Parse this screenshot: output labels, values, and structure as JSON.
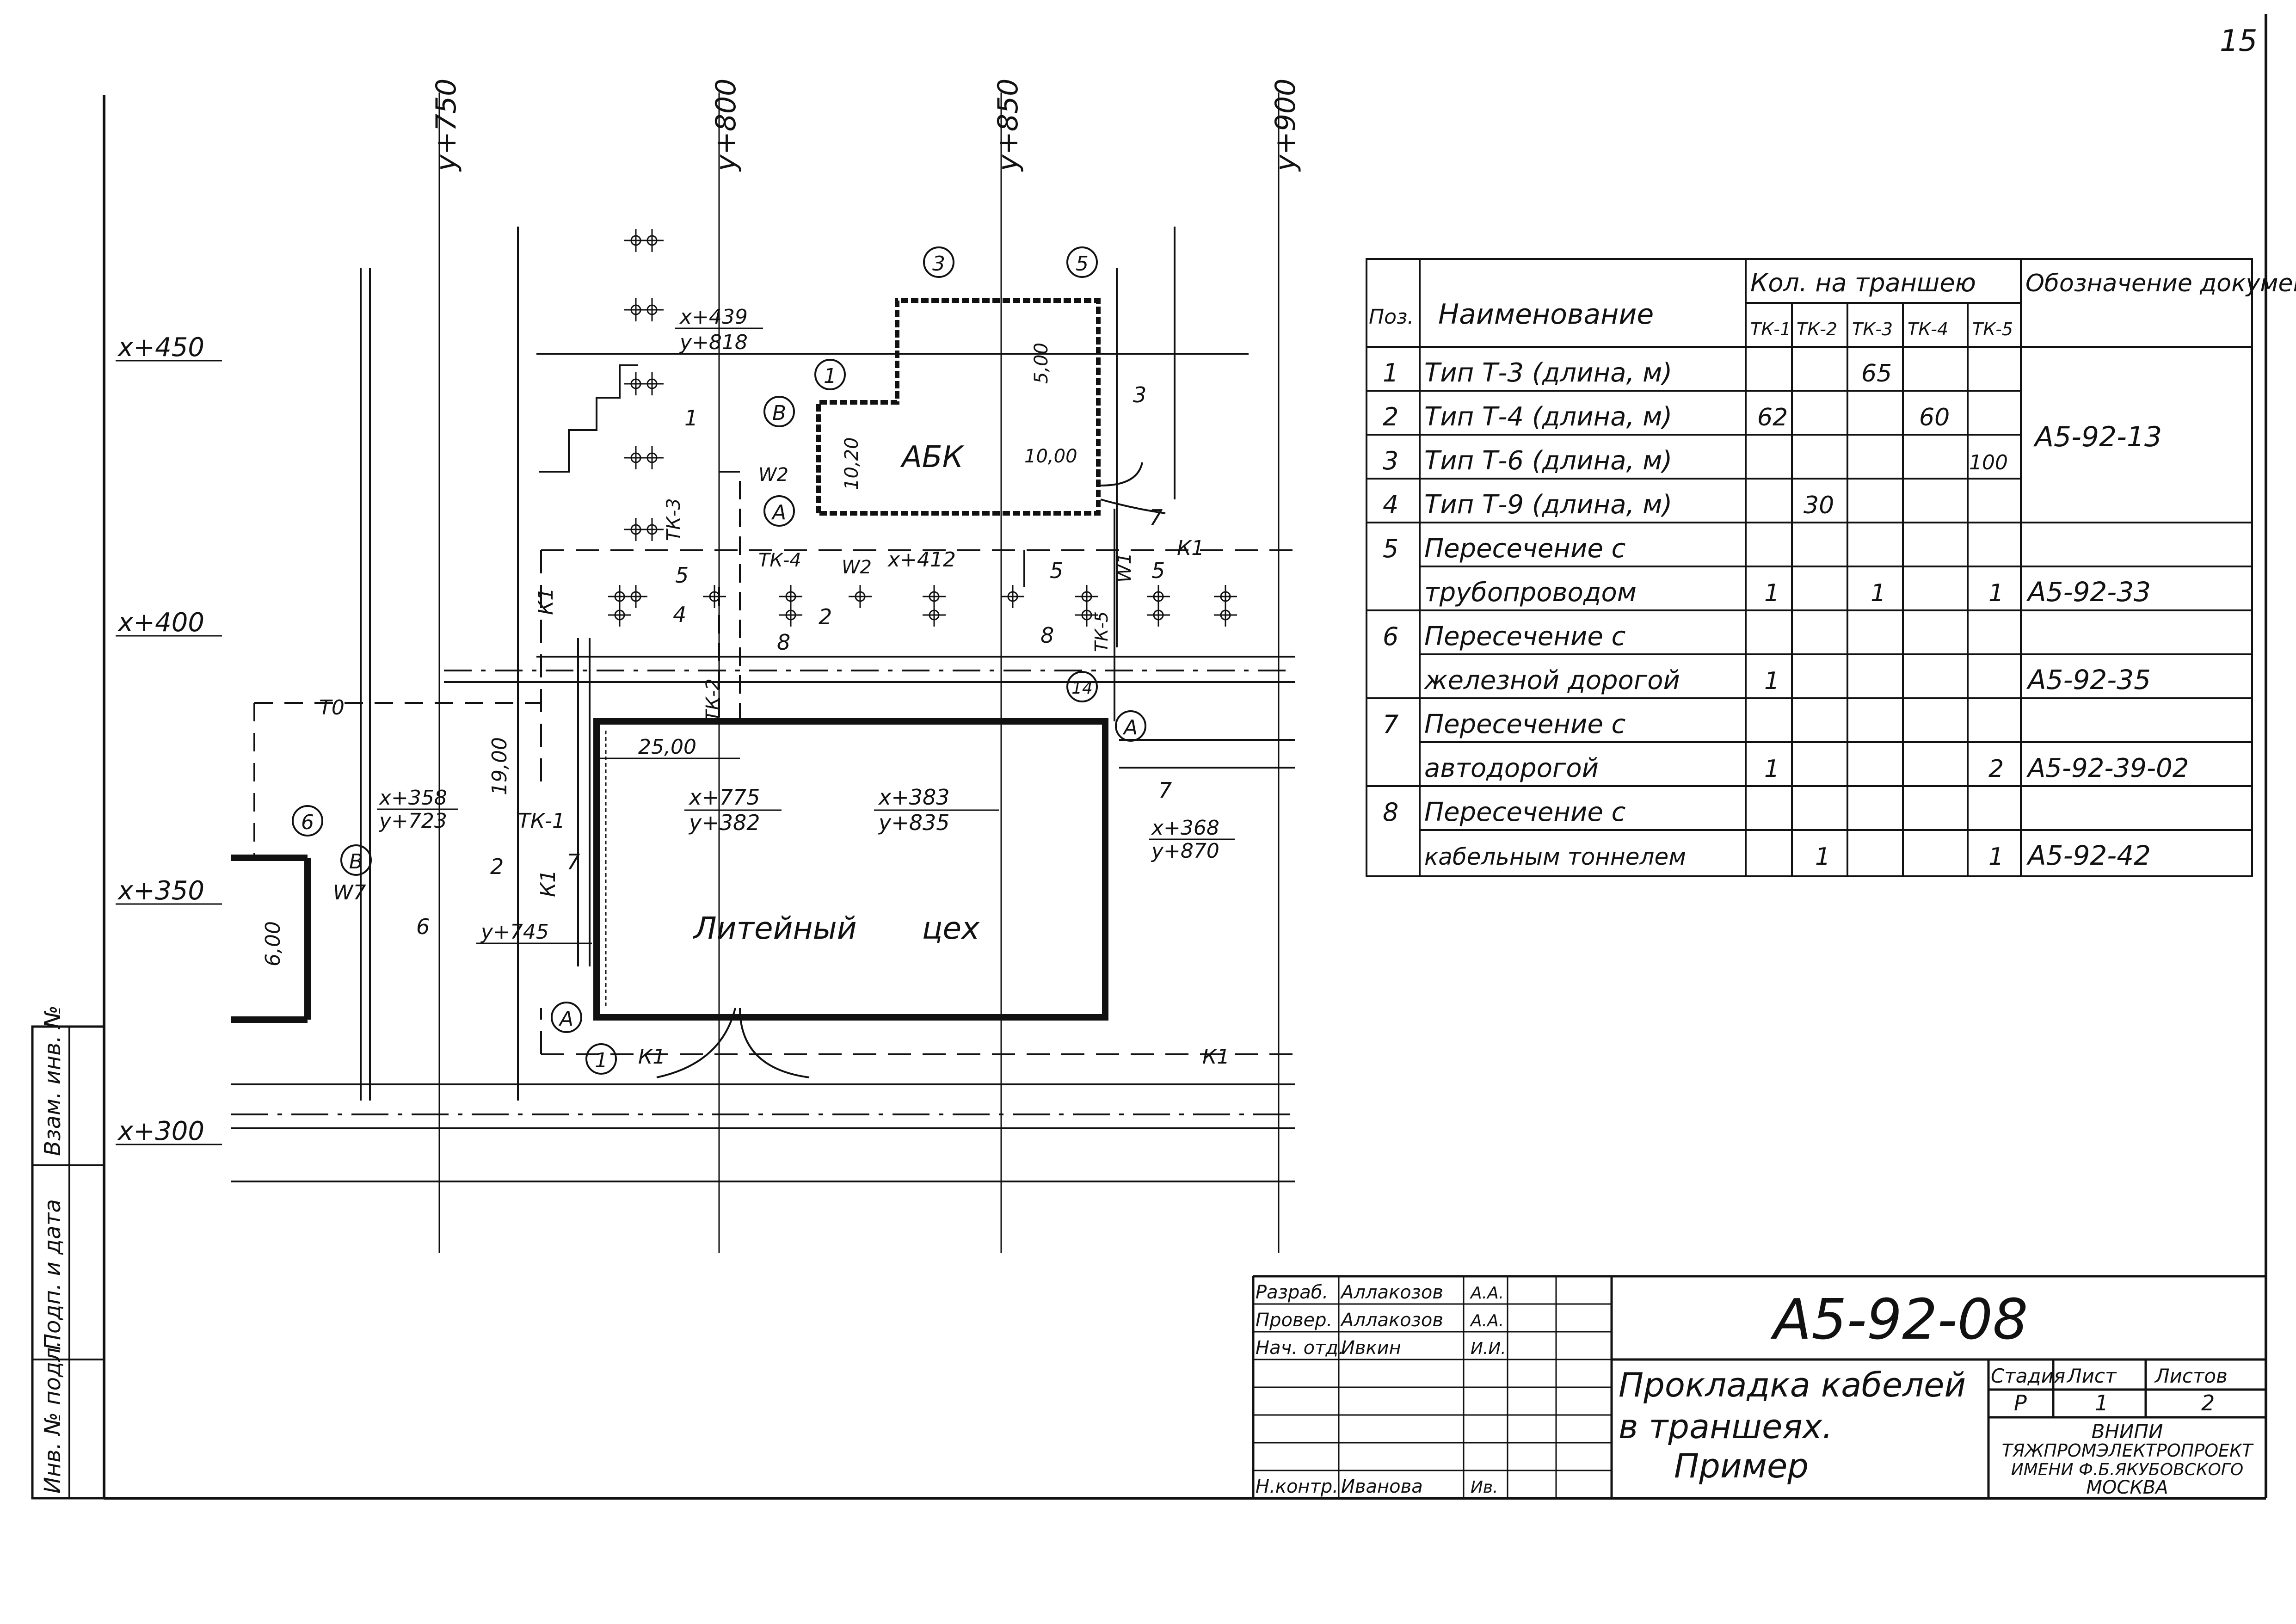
{
  "page_number": "15",
  "grid": {
    "y_axes": [
      "y+750",
      "y+800",
      "y+850",
      "y+900"
    ],
    "x_axes": [
      "x+450",
      "x+400",
      "x+350",
      "x+300"
    ]
  },
  "plan_labels": {
    "abk": "АБК",
    "foundry": "Литейный цех",
    "coord_439_818": [
      "x+439",
      "y+818"
    ],
    "coord_412": "x+412",
    "coord_775_382": [
      "x+775",
      "y+382"
    ],
    "coord_383_835": [
      "x+383",
      "y+835"
    ],
    "coord_358_723": [
      "x+358",
      "y+723"
    ],
    "coord_368_870": [
      "x+368",
      "y+870"
    ],
    "coord_745": "y+745",
    "dim_1020": "10,20",
    "dim_1000": "10,00",
    "dim_500": "5,00",
    "dim_2500": "25,00",
    "dim_1900": "19,00",
    "dim_600": "6,00",
    "trench_tk1": "ТК-1",
    "trench_tk2": "ТК-2",
    "trench_tk3": "ТК-3",
    "trench_tk4": "ТК-4",
    "trench_tk5": "ТК-5",
    "net_k1": "К1",
    "net_w1": "W1",
    "net_w2": "W2",
    "net_w7": "W7",
    "net_t0": "Т0",
    "axis_a": "А",
    "axis_b": "В",
    "axis_1": "1",
    "axis_3": "3",
    "axis_5": "5",
    "axis_6": "6",
    "axis_14": "14",
    "pos_1": "1",
    "pos_2": "2",
    "pos_3": "3",
    "pos_4": "4",
    "pos_5": "5",
    "pos_6": "6",
    "pos_7": "7",
    "pos_8": "8"
  },
  "spec_table": {
    "headers": {
      "pos": "Поз.",
      "name": "Наименование",
      "qty_group": "Кол. на траншею",
      "doc": "Обозначение документа",
      "tk": [
        "ТК-1",
        "ТК-2",
        "ТК-3",
        "ТК-4",
        "ТК-5"
      ]
    },
    "rows": [
      {
        "pos": "1",
        "name": "Тип Т-3 (длина, м)",
        "tk": [
          "",
          "",
          "65",
          "",
          ""
        ],
        "doc": ""
      },
      {
        "pos": "2",
        "name": "Тип Т-4 (длина, м)",
        "tk": [
          "62",
          "",
          "",
          "60",
          ""
        ],
        "doc": ""
      },
      {
        "pos": "3",
        "name": "Тип Т-6 (длина, м)",
        "tk": [
          "",
          "",
          "",
          "",
          "100"
        ],
        "doc": ""
      },
      {
        "pos": "4",
        "name": "Тип Т-9 (длина, м)",
        "tk": [
          "",
          "30",
          "",
          "",
          ""
        ],
        "doc": ""
      },
      {
        "pos": "5",
        "name": "Пересечение с",
        "tk": [
          "",
          "",
          "",
          "",
          ""
        ],
        "doc": ""
      },
      {
        "pos": "",
        "name": "трубопроводом",
        "tk": [
          "1",
          "",
          "1",
          "",
          "1"
        ],
        "doc": "А5-92-33"
      },
      {
        "pos": "6",
        "name": "Пересечение с",
        "tk": [
          "",
          "",
          "",
          "",
          ""
        ],
        "doc": ""
      },
      {
        "pos": "",
        "name": "железной дорогой",
        "tk": [
          "1",
          "",
          "",
          "",
          ""
        ],
        "doc": "А5-92-35"
      },
      {
        "pos": "7",
        "name": "Пересечение с",
        "tk": [
          "",
          "",
          "",
          "",
          ""
        ],
        "doc": ""
      },
      {
        "pos": "",
        "name": "автодорогой",
        "tk": [
          "1",
          "",
          "",
          "",
          "2"
        ],
        "doc": "А5-92-39-02"
      },
      {
        "pos": "8",
        "name": "Пересечение с",
        "tk": [
          "",
          "",
          "",
          "",
          ""
        ],
        "doc": ""
      },
      {
        "pos": "",
        "name": "кабельным тоннелем",
        "tk": [
          "",
          "1",
          "",
          "",
          "1"
        ],
        "doc": "А5-92-42"
      }
    ],
    "merged_doc": "А5-92-13"
  },
  "side_stamp": [
    "Инв. № подл.",
    "Подп. и дата",
    "Взам. инв. №"
  ],
  "title_block": {
    "code": "А5-92-08",
    "title_lines": [
      "Прокладка кабелей",
      "в траншеях.",
      "Пример"
    ],
    "roles": [
      {
        "role": "Разраб.",
        "name": "Аллакозов",
        "sign": "А.А."
      },
      {
        "role": "Провер.",
        "name": "Аллакозов",
        "sign": "А.А."
      },
      {
        "role": "Нач. отд.",
        "name": "Ивкин",
        "sign": "И.И."
      },
      {
        "role": "",
        "name": "",
        "sign": ""
      },
      {
        "role": "",
        "name": "",
        "sign": ""
      },
      {
        "role": "",
        "name": "",
        "sign": ""
      },
      {
        "role": "Н.контр.",
        "name": "Иванова",
        "sign": "Ив."
      }
    ],
    "stage_label": "Стадия",
    "stage": "Р",
    "sheet_label": "Лист",
    "sheet": "1",
    "sheets_label": "Листов",
    "sheets": "2",
    "org": [
      "ВНИПИ",
      "ТЯЖПРОМЭЛЕКТРОПРОЕКТ",
      "ИМЕНИ Ф.Б.ЯКУБОВСКОГО",
      "МОСКВА"
    ]
  }
}
